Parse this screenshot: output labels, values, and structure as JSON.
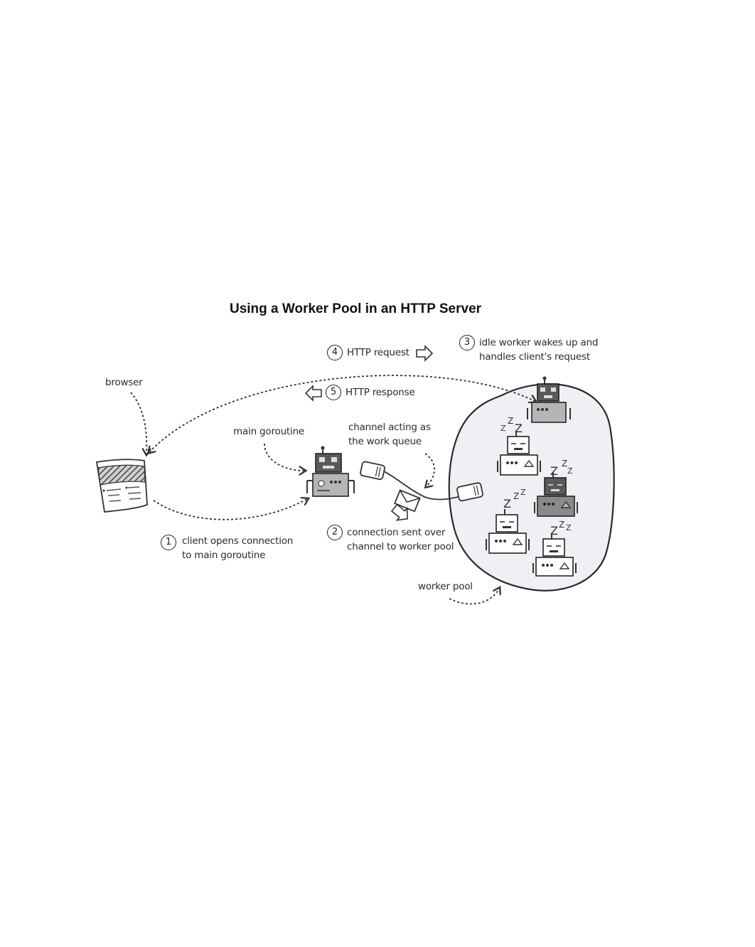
{
  "title": "Using a Worker Pool in an HTTP Server",
  "labels": {
    "browser": "browser",
    "main_goroutine": "main goroutine",
    "channel_line1": "channel acting as",
    "channel_line2": "the work queue",
    "worker_pool": "worker pool"
  },
  "steps": [
    {
      "num": "1",
      "line1": "client opens connection",
      "line2": "to main goroutine"
    },
    {
      "num": "2",
      "line1": "connection sent over",
      "line2": "channel to worker pool"
    },
    {
      "num": "3",
      "line1": "idle worker wakes up and",
      "line2": "handles client's request"
    },
    {
      "num": "4",
      "line1": "HTTP request",
      "line2": ""
    },
    {
      "num": "5",
      "line1": "HTTP response",
      "line2": ""
    }
  ],
  "sleep_glyph": "Z",
  "colors": {
    "pool_fill": "#eef0f4",
    "robot_dark": "#5a5a5a",
    "robot_light": "#b5b5b5",
    "ink": "#333333"
  }
}
